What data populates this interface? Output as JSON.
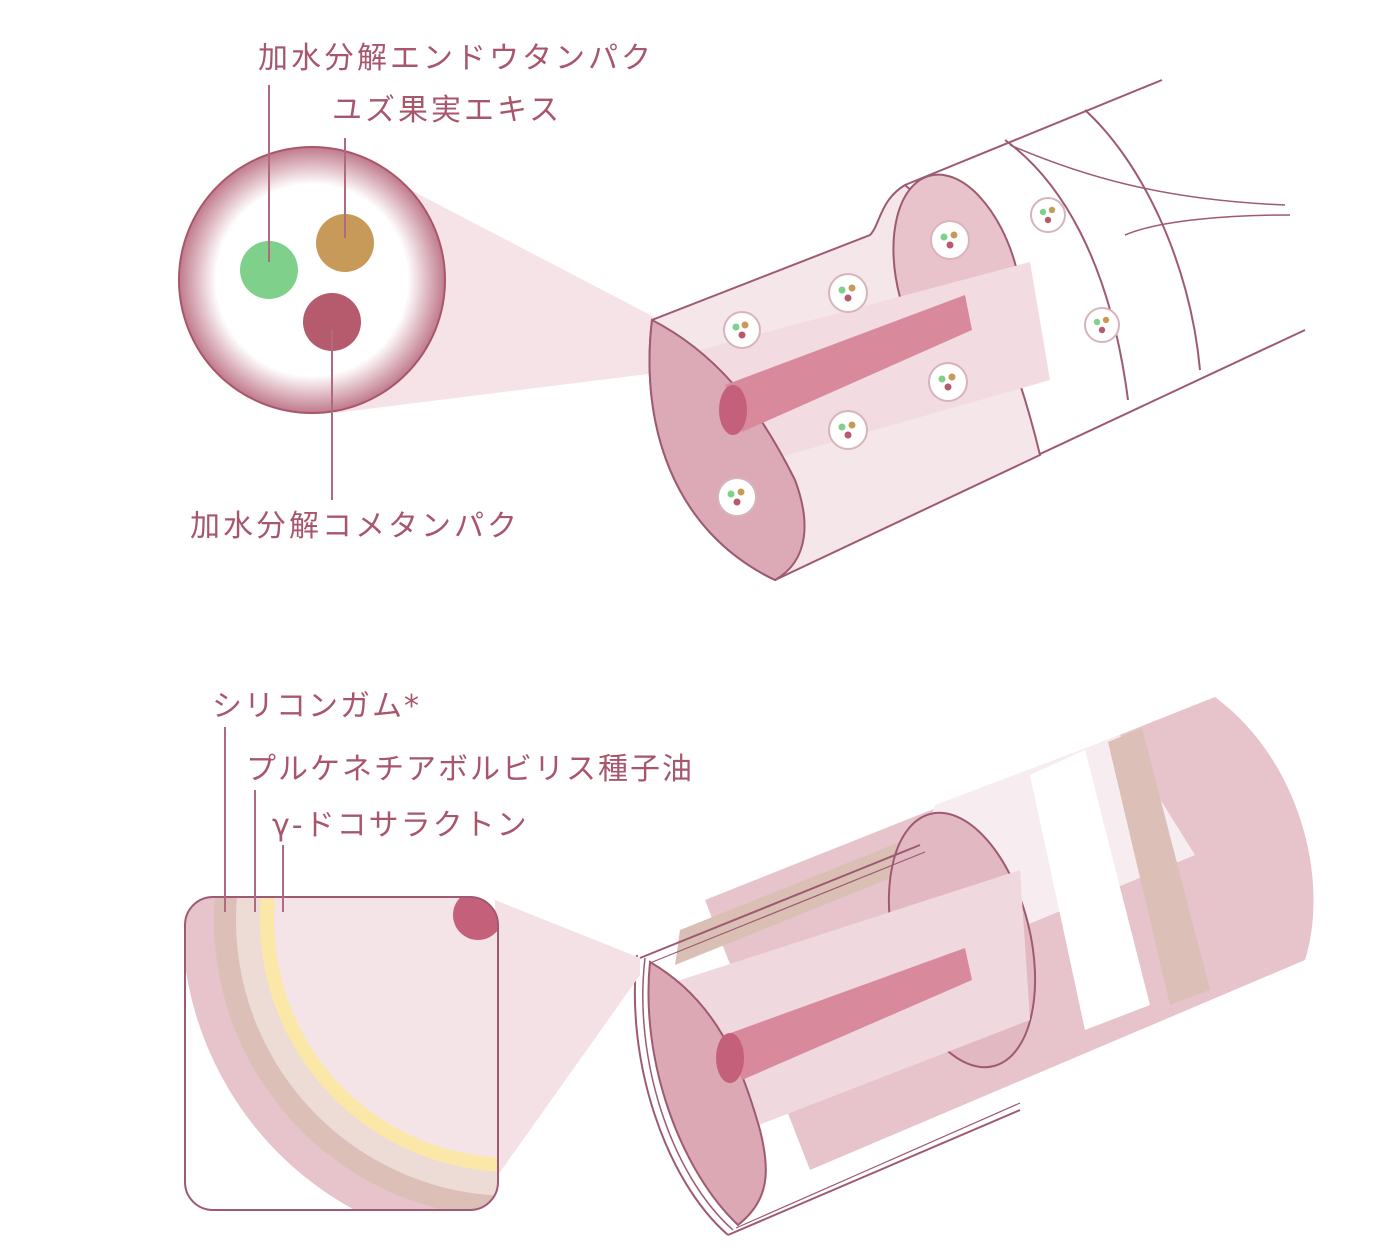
{
  "top_figure": {
    "labels": {
      "endo": "加水分解エンドウタンパク",
      "yuzu": "ユズ果実エキス",
      "kome": "加水分解コメタンパク"
    },
    "colors": {
      "endo": "#7fd08a",
      "yuzu": "#c89a5a",
      "kome": "#b65a6e"
    }
  },
  "bottom_figure": {
    "labels": {
      "silicone": "シリコンガム*",
      "oil": "プルケネチアボルビリス種子油",
      "lactone": "γ-ドコサラクトン"
    }
  },
  "colors": {
    "line": "#9e5a72",
    "hair_fill": "#ecd0d6",
    "hair_light": "#f4e4e8",
    "core": "#cf6f86",
    "layer_beige": "#d9bfb4",
    "layer_cream": "#eadbd4",
    "layer_yellow": "#fbe7a8"
  }
}
